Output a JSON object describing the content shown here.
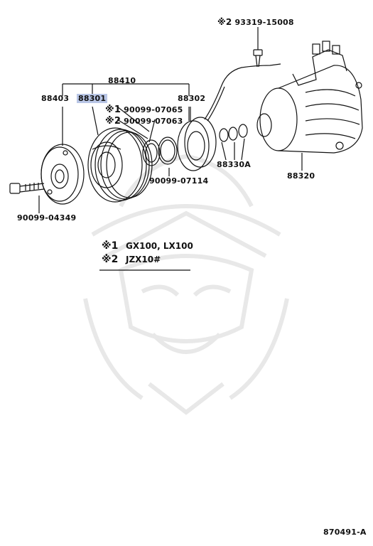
{
  "part_labels": {
    "assembly": "88410",
    "hub": "88403",
    "pulley": "88301",
    "coil": "88302",
    "shim_set": "88330A",
    "compressor": "88320",
    "bolt": "90099-04349",
    "snap_ring_1": "90099-07065",
    "snap_ring_2": "90099-07063",
    "snap_ring_3": "90099-07114",
    "top_bolt": "93319-15008"
  },
  "markers": {
    "note1": "※1",
    "note2": "※2"
  },
  "legend": [
    {
      "mark": "※1",
      "text": "GX100, LX100"
    },
    {
      "mark": "※2",
      "text": "JZX10#"
    }
  ],
  "footer_code": "870491-A",
  "colors": {
    "line": "#111111",
    "highlight": "#b9c6e6",
    "watermark": "#e6e6e6"
  }
}
